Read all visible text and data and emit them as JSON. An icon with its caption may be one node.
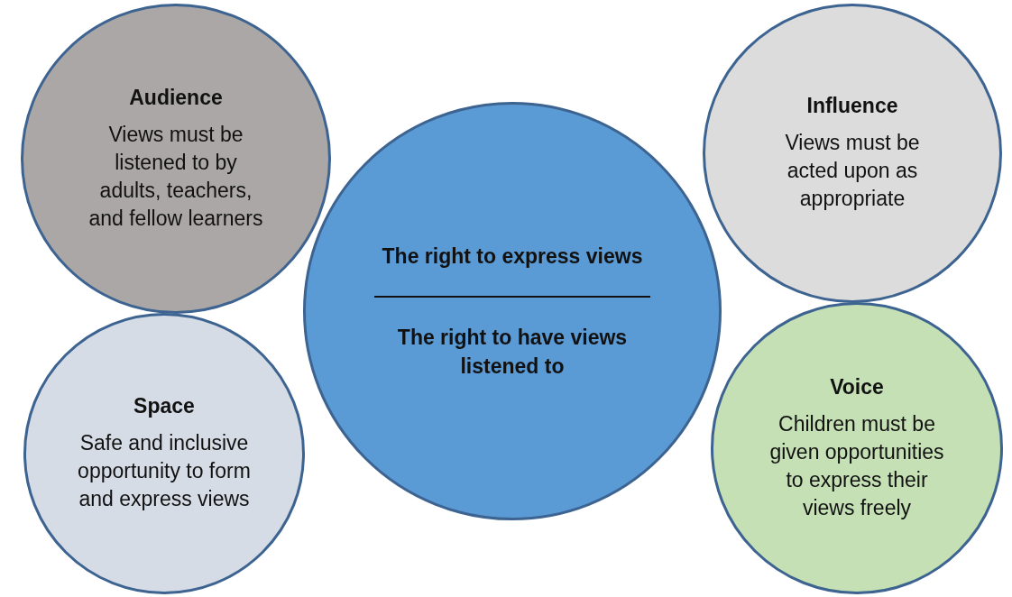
{
  "diagram": {
    "nodes": [
      {
        "text": [
          "Audience",
          "Views must be listened to by adults, teachers, and fellow learners"
        ]
      },
      {
        "text": [
          "The right to express views",
          "The right to have views listened to"
        ]
      },
      {
        "text": [
          "Influence",
          "Views must be acted upon as appropriate"
        ]
      },
      {
        "text": [
          "Space",
          "Safe and inclusive opportunity to form and express views"
        ]
      },
      {
        "text": [
          "Voice",
          "Children must be given opportunities to express their views freely"
        ]
      }
    ]
  }
}
